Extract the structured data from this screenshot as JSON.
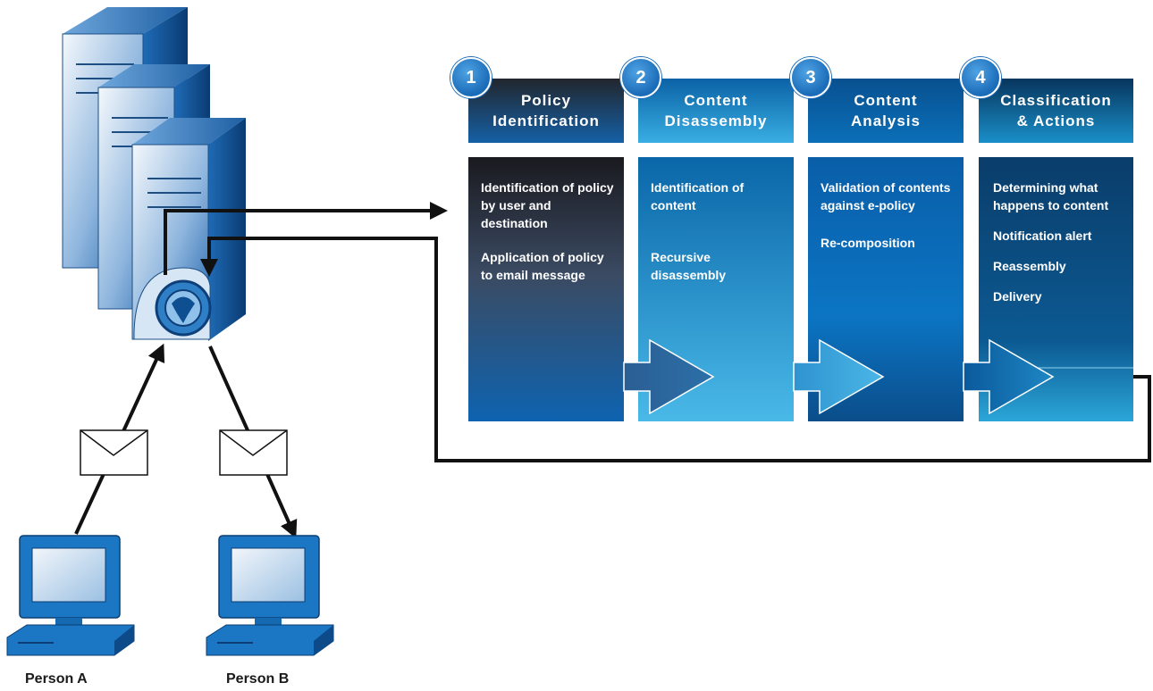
{
  "steps": [
    {
      "number": "1",
      "title_line1": "Policy",
      "title_line2": "Identification",
      "items": [
        "Identification of policy by user and destination",
        "Application of policy to email message"
      ]
    },
    {
      "number": "2",
      "title_line1": "Content",
      "title_line2": "Disassembly",
      "items": [
        "Identification of content",
        "Recursive disassembly"
      ]
    },
    {
      "number": "3",
      "title_line1": "Content",
      "title_line2": "Analysis",
      "items": [
        "Validation of contents against e-policy",
        "Re-composition"
      ]
    },
    {
      "number": "4",
      "title_line1": "Classification",
      "title_line2": "& Actions",
      "items": [
        "Determining what happens to content",
        "Notification alert",
        "Reassembly",
        "Delivery"
      ]
    }
  ],
  "people": {
    "a": "Person A",
    "b": "Person B"
  },
  "colors": {
    "accent": "#1a6bb8",
    "dark": "#0b3c66",
    "light": "#3fb2e4",
    "line": "#111111"
  }
}
